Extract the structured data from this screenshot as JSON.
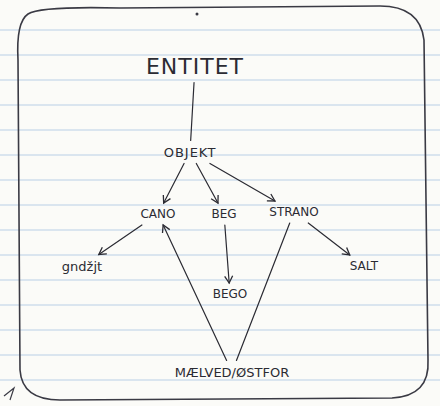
{
  "diagram": {
    "nodes": [
      {
        "text": [
          "ENTITET"
        ]
      },
      {
        "text": [
          "OBJEKT"
        ]
      },
      {
        "text": [
          "CANO"
        ]
      },
      {
        "text": [
          "BEG"
        ]
      },
      {
        "text": [
          "STRANO"
        ]
      },
      {
        "text": [
          "gndžjt"
        ]
      },
      {
        "text": [
          "BEGO"
        ]
      },
      {
        "text": [
          "SALT"
        ]
      },
      {
        "text": [
          "MÆLVED/ØSTFOR"
        ]
      }
    ],
    "edges": [
      {
        "from": 0,
        "to": 1,
        "arrow": "none"
      },
      {
        "from": 1,
        "to": 2,
        "arrow": "to"
      },
      {
        "from": 1,
        "to": 3,
        "arrow": "to"
      },
      {
        "from": 1,
        "to": 4,
        "arrow": "to"
      },
      {
        "from": 2,
        "to": 5,
        "arrow": "to"
      },
      {
        "from": 3,
        "to": 6,
        "arrow": "to"
      },
      {
        "from": 4,
        "to": 7,
        "arrow": "to"
      },
      {
        "from": 8,
        "to": 2,
        "arrow": "to"
      },
      {
        "from": 4,
        "to": 8,
        "arrow": "none"
      }
    ]
  }
}
